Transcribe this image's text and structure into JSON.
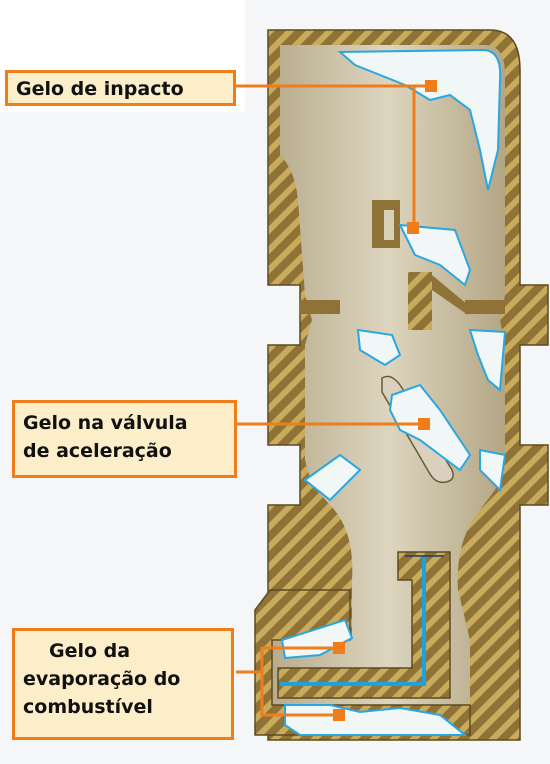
{
  "labels": {
    "impact_ice": "Gelo de  inpacto",
    "throttle_ice_line1": "Gelo na válvula",
    "throttle_ice_line2": "de aceleração",
    "fuel_ice_line1": "Gelo da",
    "fuel_ice_line2": "evaporação do",
    "fuel_ice_line3": "combustível"
  },
  "colors": {
    "wall": "#8f7235",
    "wall_stripe": "#c9ab5d",
    "interior": "#cfc6ae",
    "ice": "#f1f6f7",
    "ice_edge": "#2aa7e0",
    "label_border": "#ef7d1a",
    "label_fill": "#fbeec9",
    "leader_line": "#ef7d1a"
  }
}
